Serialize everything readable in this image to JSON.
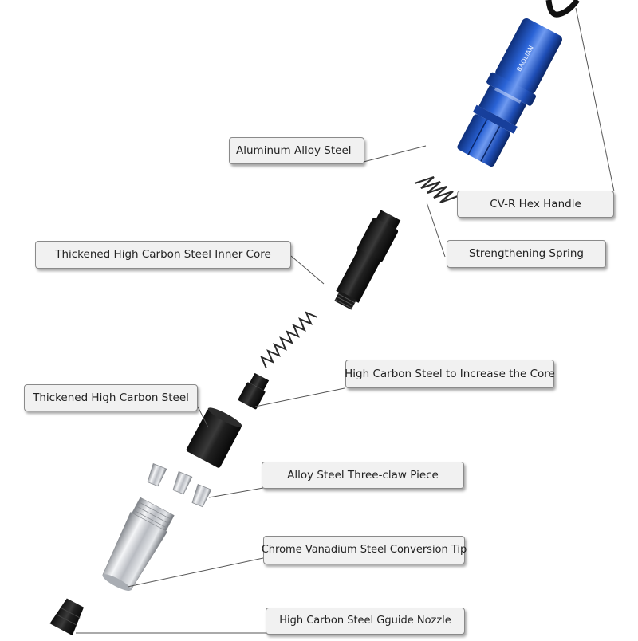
{
  "logo_text": "BAOLIAN",
  "labels": {
    "aluminum_alloy_steel": "Aluminum Alloy Steel",
    "cv_r_hex_handle": "CV-R Hex Handle",
    "strengthening_spring": "Strengthening Spring",
    "thickened_inner_core": "Thickened High Carbon Steel Inner Core",
    "increase_the_core": "High Carbon Steel to Increase the Core",
    "thickened_high_carbon_steel": "Thickened High Carbon Steel",
    "three_claw_piece": "Alloy Steel Three-claw Piece",
    "conversion_tip": "Chrome Vanadium Steel Conversion Tip",
    "guide_nozzle": "High Carbon Steel Gguide Nozzle"
  },
  "colors": {
    "handle_blue": "#1f4fb8",
    "handle_highlight": "#6f9af0",
    "core_black": "#1c1c1c",
    "chrome": "#c9ccd1",
    "callout_bg": "#f1f1f1"
  }
}
